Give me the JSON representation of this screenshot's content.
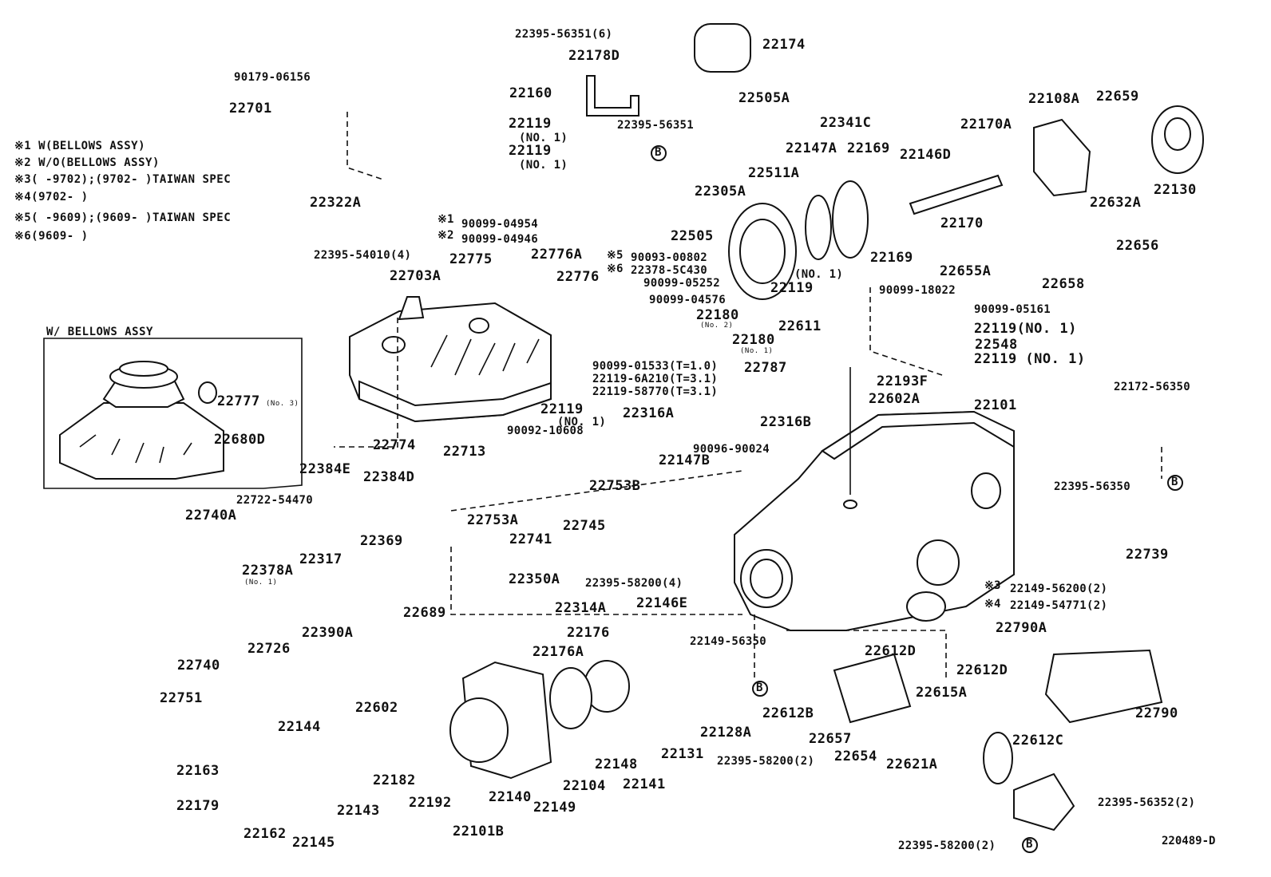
{
  "diagram": {
    "figure_number": "220489-D",
    "inset_title": "W/ BELLOWS ASSY",
    "notes": [
      "※1 W(BELLOWS ASSY)",
      "※2 W/O(BELLOWS ASSY)",
      "※3(     -9702);(9702-      )TAIWAN SPEC",
      "※4(9702-      )",
      "※5(     -9609);(9609-      )TAIWAN SPEC",
      "※6(9609-      )"
    ],
    "parts": [
      "22395-56351(6)",
      "22174",
      "22178D",
      "90179-06156",
      "22160",
      "22701",
      "22119",
      "(NO. 1)",
      "22119",
      "(NO. 1)",
      "22395-56351",
      "22505A",
      "22341C",
      "22170A",
      "22108A",
      "22659",
      "22147A",
      "22169",
      "22146D",
      "22511A",
      "22305A",
      "22322A",
      "90099-04954",
      "90099-04946",
      "22505",
      "22170",
      "22632A",
      "22130",
      "22395-54010(4)",
      "22775",
      "22776A",
      "90093-00802",
      "22378-5C430",
      "22703A",
      "22776",
      "90099-05252",
      "(NO. 1)",
      "22119",
      "90099-18022",
      "22169",
      "22655A",
      "22656",
      "22658",
      "90099-04576",
      "22180",
      "(No. 2)",
      "22611",
      "90099-05161",
      "22119(NO. 1)",
      "22548",
      "22119 (NO. 1)",
      "22180",
      "(No. 1)",
      "90099-01533(T=1.0)",
      "22119-6A210(T=3.1)",
      "22119-58770(T=3.1)",
      "22787",
      "22193F",
      "22602A",
      "22777",
      "(No. 3)",
      "22119",
      "(NO. 1)",
      "22316A",
      "22316B",
      "22101",
      "22172-56350",
      "22680D",
      "22774",
      "90092-10608",
      "22147B",
      "90096-90024",
      "22384E",
      "22384D",
      "22713",
      "22753B",
      "22395-56350",
      "22722-54470",
      "22740A",
      "22753A",
      "22741",
      "22745",
      "22369",
      "22378A",
      "(No. 1)",
      "22317",
      "22350A",
      "22739",
      "22395-58200(4)",
      "22149-56200(2)",
      "22314A",
      "22146E",
      "22149-54771(2)",
      "22689",
      "22390A",
      "22176",
      "22790A",
      "22726",
      "22740",
      "22176A",
      "22149-56350",
      "22612D",
      "22751",
      "22602",
      "22612D",
      "22615A",
      "22144",
      "22128A",
      "22612B",
      "22790",
      "22612C",
      "22131",
      "22657",
      "22148",
      "22395-58200(2)",
      "22654",
      "22621A",
      "22163",
      "22141",
      "22395-56352(2)",
      "22179",
      "22182",
      "22143",
      "22104",
      "22192",
      "22140",
      "22149",
      "22162",
      "22145",
      "22101B",
      "22395-58200(2)"
    ],
    "markers": [
      "B",
      "B",
      "B",
      "B"
    ],
    "star_marks": [
      "※1",
      "※2",
      "※5",
      "※6",
      "※3",
      "※4"
    ]
  }
}
